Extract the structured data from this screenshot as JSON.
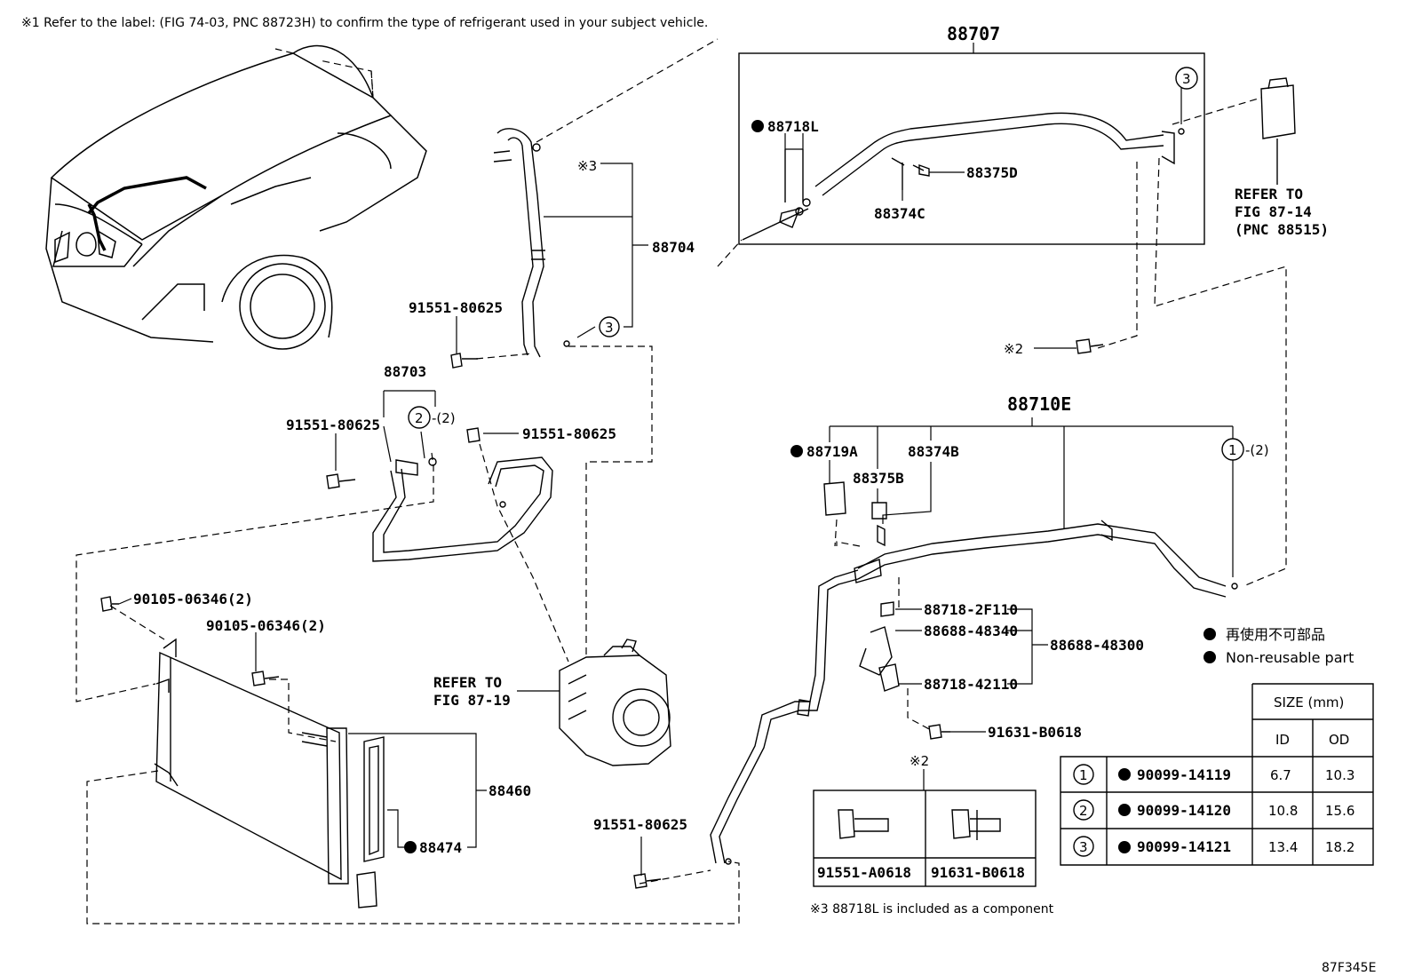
{
  "notes": {
    "refrigerant": "※1 Refer to the label: (FIG 74-03, PNC 88723H) to confirm the type of refrigerant used in your subject vehicle.",
    "note3": "※3 88718L is included as a component",
    "figure_code": "87F345E"
  },
  "parts": {
    "p88707": "88707",
    "p88718L": "88718L",
    "p88375D": "88375D",
    "p88374C": "88374C",
    "p88704": "88704",
    "mark3": "※3",
    "bolt_91551_a": "91551-80625",
    "p88703": "88703",
    "bolt_91551_b": "91551-80625",
    "bolt_91551_c": "91551-80625",
    "bolt_91551_d": "91551-80625",
    "circle2_qty": "-(2)",
    "bolt_90105_a": "90105-06346(2)",
    "bolt_90105_b": "90105-06346(2)",
    "refer_87_19_a": "REFER TO",
    "refer_87_19_b": "FIG 87-19",
    "p88460": "88460",
    "p88474": "88474",
    "refer_87_14_a": "REFER TO",
    "refer_87_14_b": "FIG 87-14",
    "refer_87_14_c": "(PNC 88515)",
    "mark2": "※2",
    "p88710E": "88710E",
    "p88719A": "88719A",
    "p88374B": "88374B",
    "p88375B": "88375B",
    "circle1_qty": "-(2)",
    "p88718_2F110": "88718-2F110",
    "p88688_48340": "88688-48340",
    "p88688_48300": "88688-48300",
    "p88718_42110": "88718-42110",
    "p91631_B0618": "91631-B0618",
    "mark2b": "※2"
  },
  "callouts": {
    "c1": "1",
    "c2": "2",
    "c3": "3"
  },
  "legend": {
    "jp": "再使用不可部品",
    "en": "Non-reusable part"
  },
  "bolt_table": {
    "mark": "※2",
    "left": "91551-A0618",
    "right": "91631-B0618"
  },
  "size_table": {
    "header": "SIZE (mm)",
    "col_id": "ID",
    "col_od": "OD",
    "rows": [
      {
        "mark": "1",
        "part": "90099-14119",
        "id": "6.7",
        "od": "10.3"
      },
      {
        "mark": "2",
        "part": "90099-14120",
        "id": "10.8",
        "od": "15.6"
      },
      {
        "mark": "3",
        "part": "90099-14121",
        "id": "13.4",
        "od": "18.2"
      }
    ]
  }
}
